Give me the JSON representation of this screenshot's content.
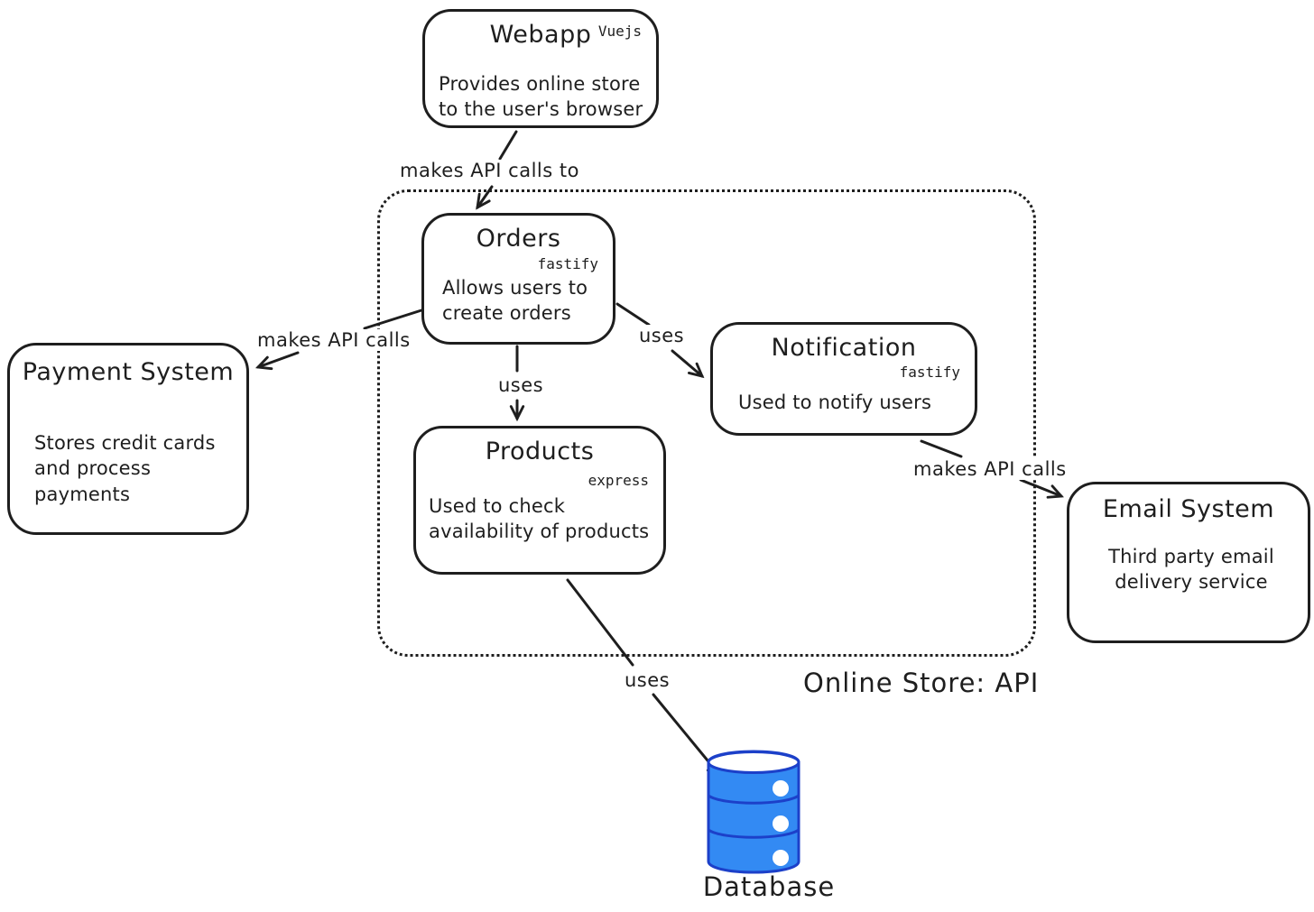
{
  "nodes": {
    "webapp": {
      "title": "Webapp",
      "tech": "Vuejs",
      "description": "Provides online store to the user's browser"
    },
    "orders": {
      "title": "Orders",
      "tech": "fastify",
      "description": "Allows users to create orders"
    },
    "notification": {
      "title": "Notification",
      "tech": "fastify",
      "description": "Used to notify users"
    },
    "products": {
      "title": "Products",
      "tech": "express",
      "description": "Used to check availability of products"
    },
    "payment_system": {
      "title": "Payment System",
      "description": "Stores credit cards and process payments"
    },
    "email_system": {
      "title": "Email System",
      "description": "Third party email delivery service"
    },
    "database": {
      "label": "Database"
    }
  },
  "container": {
    "label": "Online Store: API"
  },
  "edges": {
    "webapp_orders": {
      "label": "makes API calls to"
    },
    "orders_payment": {
      "label": "makes API calls"
    },
    "orders_notification": {
      "label": "uses"
    },
    "orders_products": {
      "label": "uses"
    },
    "notification_email": {
      "label": "makes API calls"
    },
    "products_database": {
      "label": "uses"
    }
  },
  "colors": {
    "stroke": "#1e1e1e",
    "database_fill": "#338af3",
    "database_stroke": "#1c40c9",
    "background": "#ffffff"
  }
}
